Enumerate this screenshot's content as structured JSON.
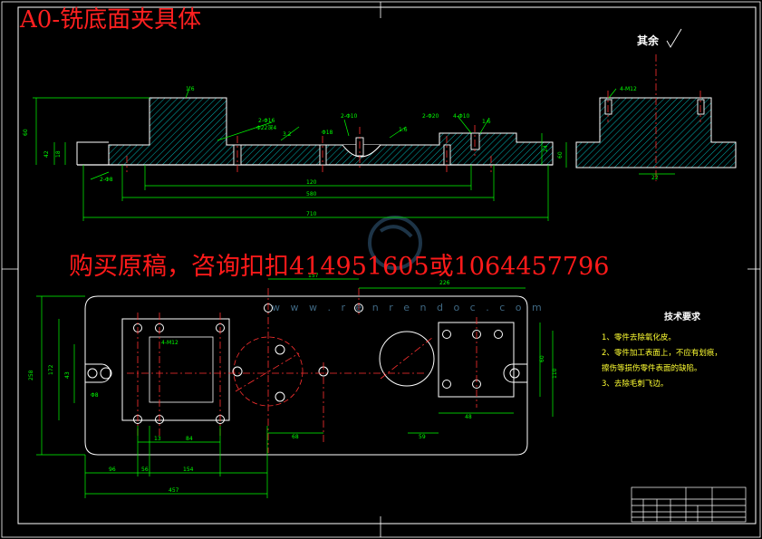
{
  "drawing": {
    "title": "A0-铣底面夹具体",
    "banner": "购买原稿，咨询扣扣414951605或1064457796",
    "watermark_url": "w w w . r e n r e n d o c . c o m",
    "remark": "其余",
    "tech_requirements": {
      "title": "技术要求",
      "items": [
        "1、零件去除氧化皮。",
        "2、零件加工表面上，不应有划痕，",
        "擦伤等损伤零件表面的缺陷。",
        "3、去除毛刺飞边。"
      ]
    },
    "dimensions": {
      "front_lengths": [
        "120",
        "580",
        "710"
      ],
      "front_height": "60",
      "side_height": "60",
      "top_overall": "457",
      "top_segments": [
        "96",
        "56",
        "154"
      ],
      "top_side_height": "258"
    },
    "colors": {
      "background": "#000000",
      "outline": "#ffffff",
      "hatch": "#00ffff",
      "centerline": "#ff3030",
      "dimension": "#00ff00",
      "title_text": "#ff2020",
      "note_text": "#ffff33"
    }
  }
}
